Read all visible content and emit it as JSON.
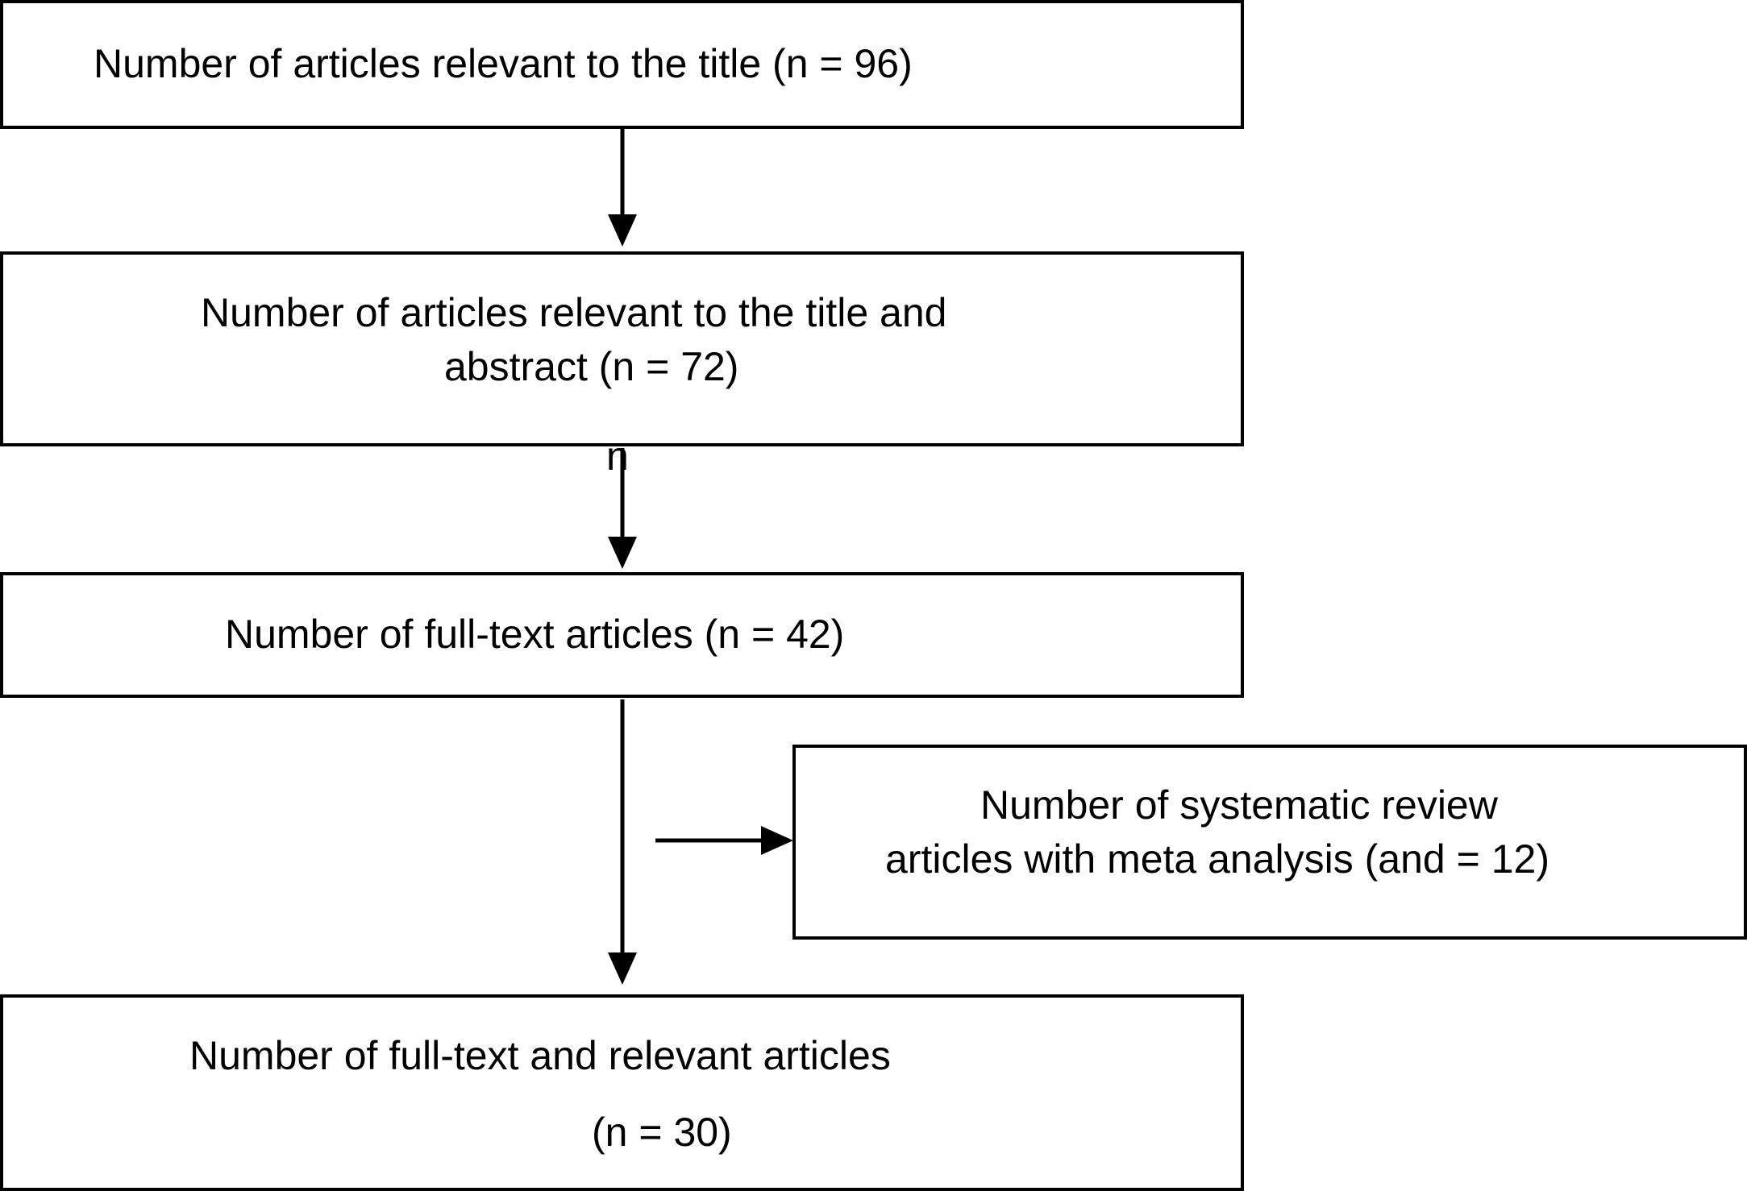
{
  "boxes": {
    "title_screen": {
      "text": "Number of articles relevant to the title (n = 96)"
    },
    "title_abstract": {
      "line1": "Number of articles relevant to the title and",
      "line2": "abstract (n = 72)"
    },
    "stray_label": "n",
    "full_text": {
      "text": "Number of full-text articles (n = 42)"
    },
    "excluded": {
      "line1": "Number of systematic review",
      "line2": "articles with meta analysis (and = 12)"
    },
    "final": {
      "line1": "Number of full-text and relevant articles",
      "line2": "(n = 30)"
    }
  }
}
